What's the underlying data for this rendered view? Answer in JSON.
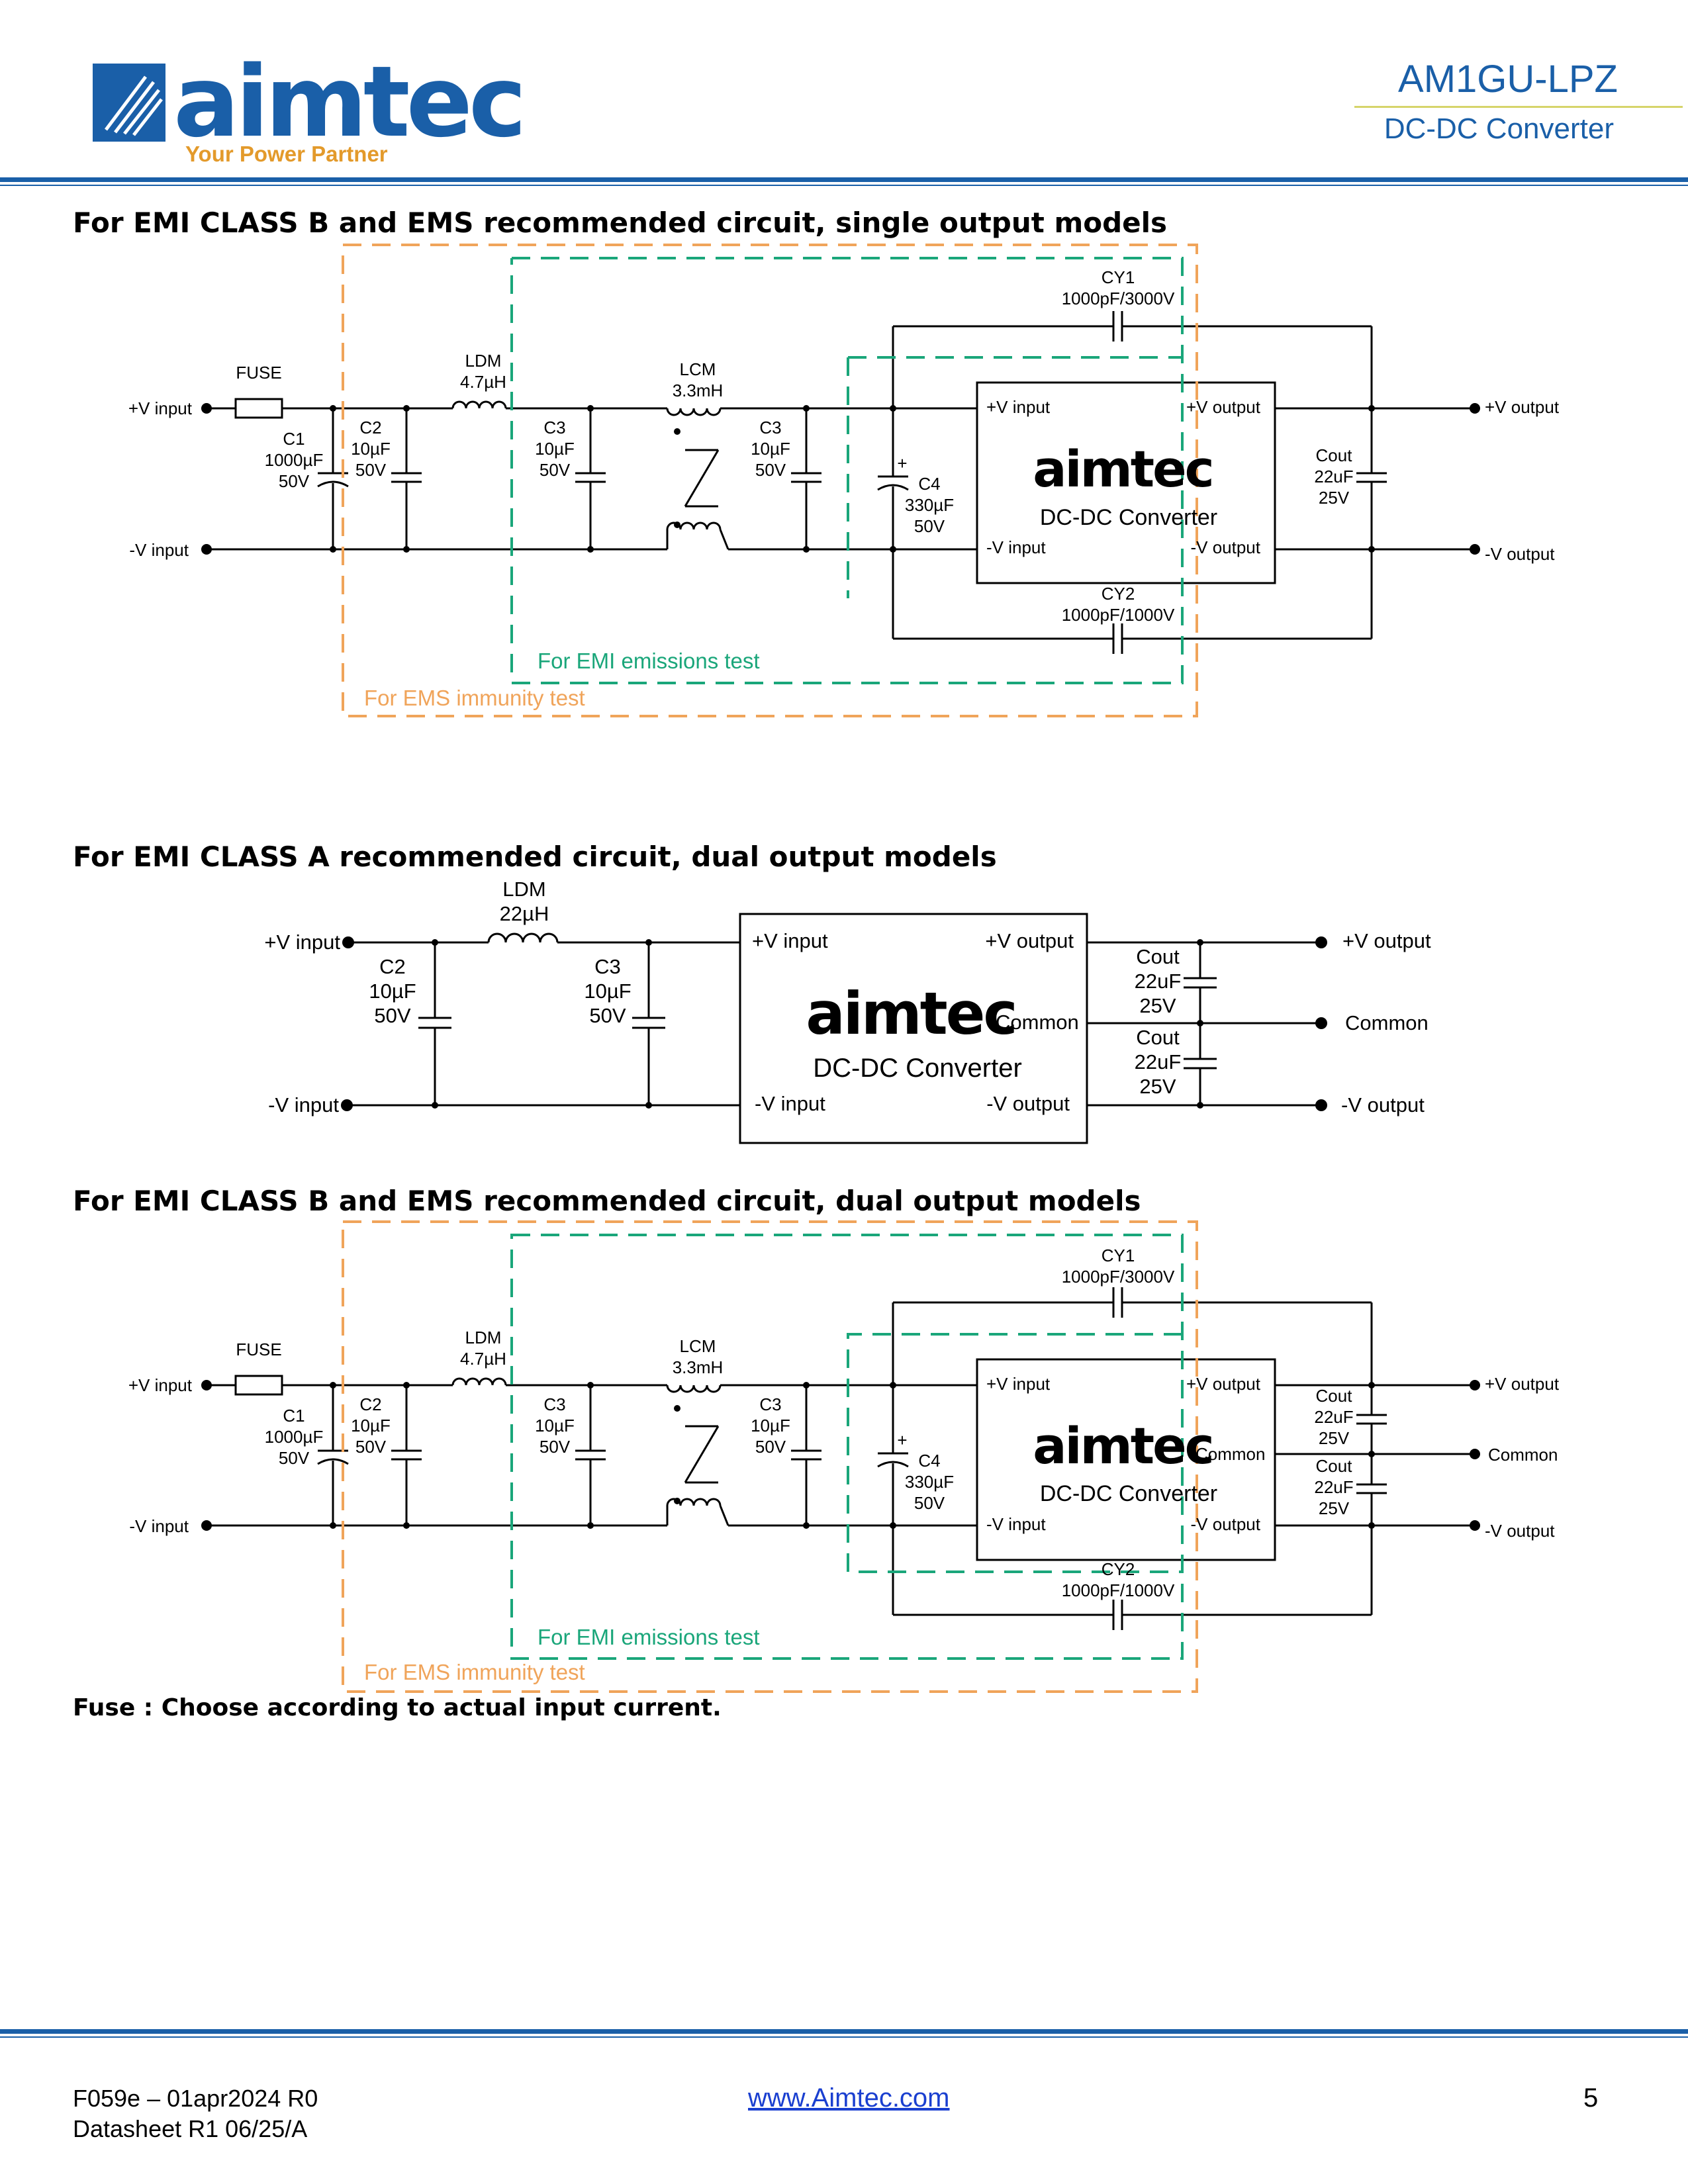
{
  "header": {
    "logo_text": "aimtec",
    "tagline": "Your Power Partner",
    "model": "AM1GU-LPZ",
    "subtitle": "DC-DC Converter"
  },
  "sections": [
    {
      "title": "For EMI CLASS B and EMS recommended circuit, single output models"
    },
    {
      "title": "For EMI CLASS A recommended circuit, dual output models"
    },
    {
      "title": "For EMI CLASS B and EMS recommended circuit, dual output models"
    }
  ],
  "labels": {
    "v_in_pos": "+V input",
    "v_in_neg": "-V input",
    "v_out_pos": "+V output",
    "v_out_neg": "-V output",
    "common": "Common",
    "fuse": "FUSE",
    "c1": [
      "C1",
      "1000µF",
      "50V"
    ],
    "c2": [
      "C2",
      "10µF",
      "50V"
    ],
    "c3": [
      "C3",
      "10µF",
      "50V"
    ],
    "c4": [
      "C4",
      "330µF",
      "50V"
    ],
    "cout": [
      "Cout",
      "22uF",
      "25V"
    ],
    "ldm_47": [
      "LDM",
      "4.7µH"
    ],
    "ldm_22": [
      "LDM",
      "22µH"
    ],
    "lcm": [
      "LCM",
      "3.3mH"
    ],
    "cy1": [
      "CY1",
      "1000pF/3000V"
    ],
    "cy2": [
      "CY2",
      "1000pF/1000V"
    ],
    "brand": "aimtec",
    "converter": "DC-DC Converter",
    "emi_test": "For EMI  emissions test",
    "ems_test": "For EMS immunity test",
    "plus": "+"
  },
  "note": "Fuse : Choose according to actual input current.",
  "footer": {
    "form": "F059e – 01apr2024 R0",
    "datasheet": "Datasheet R1 06/25/A",
    "website": "www.Aimtec.com",
    "page": "5"
  },
  "colors": {
    "brand_blue": "#1a5fa8",
    "brand_orange": "#e39a2b",
    "ems_box": "#f0a45a",
    "emi_box": "#1aa67a"
  }
}
